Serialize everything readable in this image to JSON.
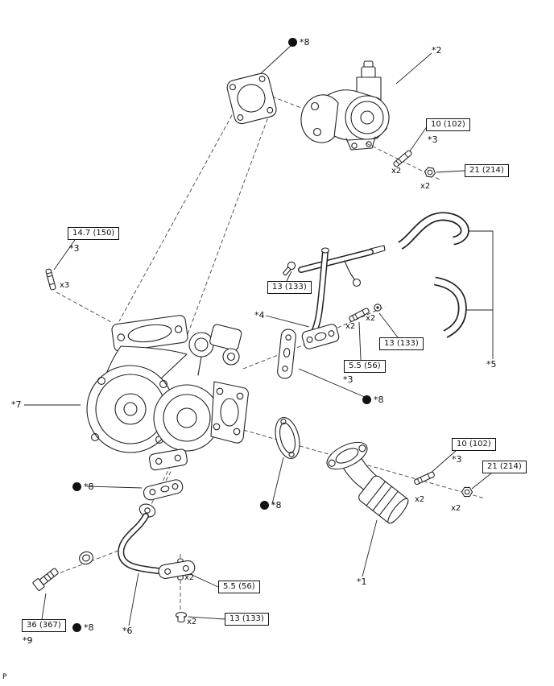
{
  "corner_mark": "P",
  "part_labels": {
    "p1": "*1",
    "p2": "*2",
    "p3": "*3",
    "p4": "*4",
    "p5": "*5",
    "p6": "*6",
    "p7": "*7",
    "p8": "*8",
    "p9": "*9"
  },
  "qty_labels": {
    "x2": "x2",
    "x3": "x3"
  },
  "torque_specs": {
    "water_outlet_stud": "10 (102)",
    "water_outlet_nut": "21 (214)",
    "turbo_mount_stud": "14.7 (150)",
    "water_bypass_bolt": "13 (133)",
    "water_bypass_pipe_bolt": "13 (133)",
    "water_bypass_stud": "5.5 (56)",
    "outlet_elbow_stud": "10 (102)",
    "outlet_elbow_nut": "21 (214)",
    "oil_pipe_stud": "5.5 (56)",
    "oil_pipe_plug_bolt": "13 (133)",
    "oil_union_bolt": "36 (367)"
  }
}
